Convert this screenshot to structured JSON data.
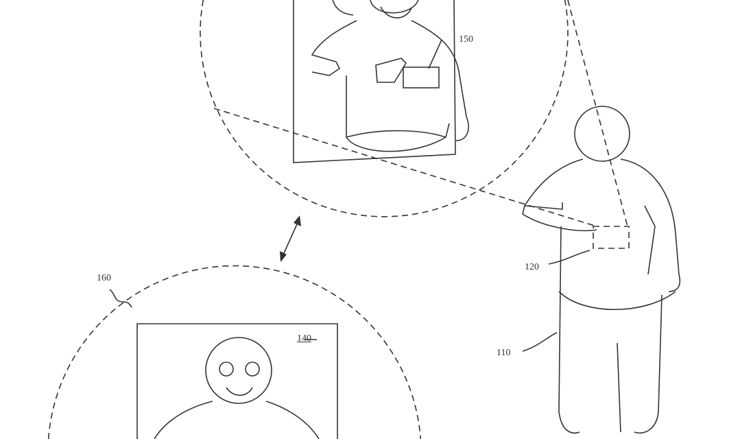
{
  "labels": {
    "device_in_photo": "150",
    "device": "120",
    "view_region": "160",
    "user": "110",
    "display_frame": "140"
  }
}
